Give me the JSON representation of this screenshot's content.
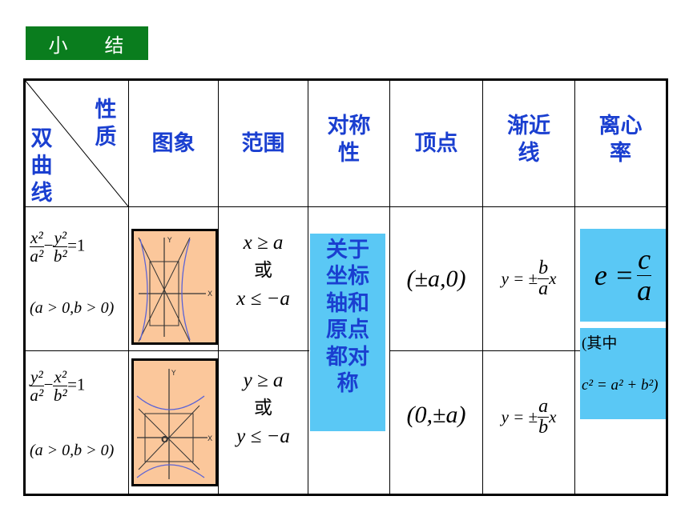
{
  "summary_title": {
    "part1": "小",
    "part2": "结"
  },
  "table": {
    "corner": {
      "top": "性\n质",
      "bottom": "双\n曲\n线"
    },
    "headers": {
      "image": "图象",
      "range": "范围",
      "symmetry": "对称\n性",
      "vertex": "顶点",
      "asymptote": "渐近\n线",
      "eccentricity": "离心\n率"
    },
    "row1": {
      "eq_x_num": "x²",
      "eq_x_den": "a²",
      "eq_y_num": "y²",
      "eq_y_den": "b²",
      "eq_rhs": "=1",
      "condition": "(a > 0,b > 0)",
      "range_1": "x ≥ a",
      "range_or": "或",
      "range_2": "x ≤ −a",
      "vertex": "(±a,0)",
      "asym_prefix": "y = ±",
      "asym_num": "b",
      "asym_den": "a",
      "asym_suffix": "x"
    },
    "row2": {
      "eq_y_num": "y²",
      "eq_y_den": "a²",
      "eq_x_num": "x²",
      "eq_x_den": "b²",
      "eq_rhs": "=1",
      "condition": "(a > 0,b > 0)",
      "range_1": "y ≥ a",
      "range_or": "或",
      "range_2": "y ≤ −a",
      "vertex": "(0,±a)",
      "asym_prefix": "y = ±",
      "asym_num": "a",
      "asym_den": "b",
      "asym_suffix": "x"
    },
    "symmetry_text": "关于\n坐标\n轴和\n原点\n都对\n称",
    "eccentricity": {
      "lhs": "e =",
      "num": "c",
      "den": "a"
    },
    "note": {
      "line1": "(其中",
      "line2": "c² = a² + b²)"
    },
    "graph_labels": {
      "y_axis": "Y",
      "x_axis": "X",
      "origin": "O"
    }
  },
  "colors": {
    "title_bg": "#0a7d1e",
    "header_text": "#1a3fd0",
    "highlight": "#5ac8f5",
    "graph_bg": "#fbc79b"
  }
}
